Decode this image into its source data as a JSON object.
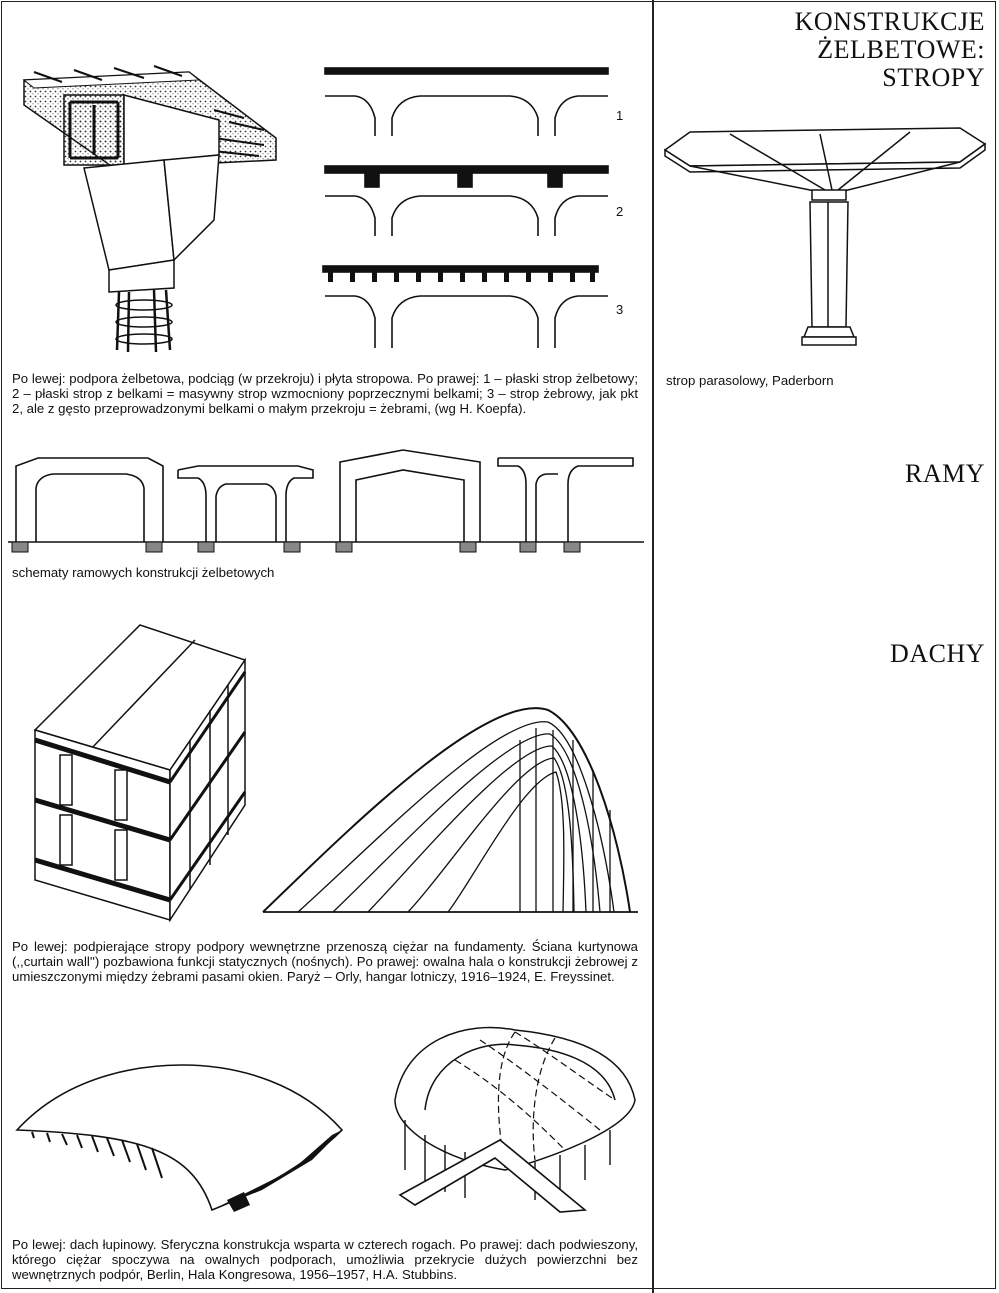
{
  "headings": {
    "stropy": [
      "KONSTRUKCJE",
      "ŻELBETOWE:",
      "STROPY"
    ],
    "ramy": "RAMY",
    "dachy": "DACHY"
  },
  "figures": {
    "floor_labels": [
      "1",
      "2",
      "3"
    ]
  },
  "captions": {
    "stropy_left": "Po lewej: podpora żelbetowa, podciąg (w przekroju) i płyta stropowa. Po prawej: 1 – płaski strop żelbetowy; 2 – płaski strop z belkami = masywny strop wzmocniony poprzecznymi belkami; 3 – strop żebrowy, jak pkt 2, ale z gęsto przeprowadzonymi belkami o małym przekroju = żebrami, (wg H. Koepfa).",
    "parasol": "strop parasolowy, Paderborn",
    "ramy": "schematy ramowych konstrukcji żelbetowych",
    "hala": "Po lewej: podpierające stropy podpory wewnętrzne przenoszą ciężar na fundamenty. Ściana kurtynowa (,,curtain wall'') pozbawiona funkcji statycznych (nośnych). Po prawej: owalna hala o konstrukcji żebrowej z umieszczonymi między żebrami pasami okien. Paryż – Orly, hangar lotniczy, 1916–1924, E. Freyssinet.",
    "dachy": "Po lewej: dach łupinowy. Sferyczna konstrukcja wsparta w czterech rogach. Po prawej: dach podwieszony, którego ciężar spoczywa na owalnych podporach, umożliwia przekrycie dużych powierzchni bez wewnętrznych podpór, Berlin, Hala Kongresowa, 1956–1957, H.A. Stubbins."
  }
}
